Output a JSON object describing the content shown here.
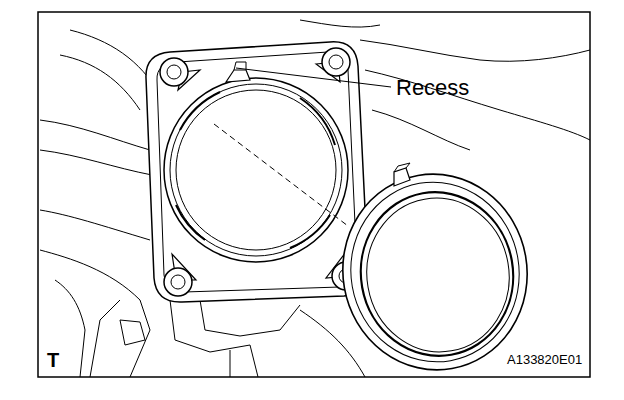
{
  "diagram": {
    "labels": [
      "Recess",
      "T",
      "A133820E01"
    ]
  }
}
